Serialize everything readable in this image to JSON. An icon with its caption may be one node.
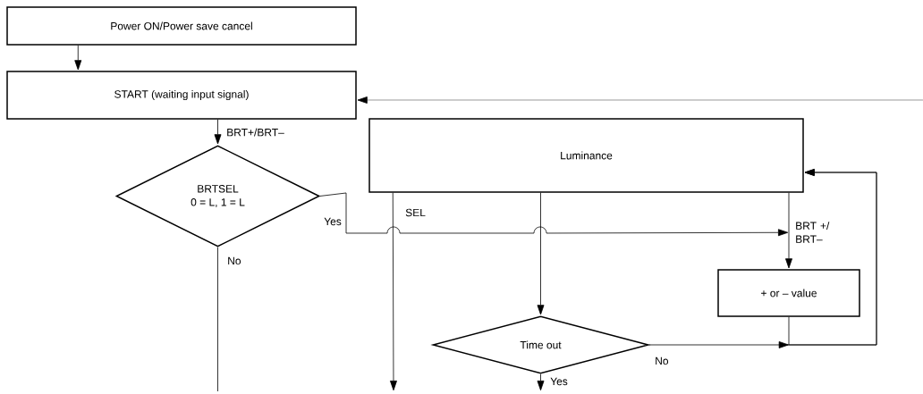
{
  "diagram": {
    "nodes": [
      {
        "text": [
          "Power ON/Power save cancel"
        ]
      },
      {
        "text": [
          "START (waiting input signal)"
        ]
      },
      {
        "text": [
          "BRTSEL",
          "0 = L, 1 = L"
        ]
      },
      {
        "text": [
          "Luminance"
        ]
      },
      {
        "text": [
          "+ or – value"
        ]
      },
      {
        "text": [
          "Time out"
        ]
      }
    ],
    "edges": [
      {
        "from": 0,
        "to": 1,
        "arrow": "to"
      },
      {
        "from": 1,
        "to": 2,
        "arrow": "to",
        "label": "BRT+/BRT–"
      },
      {
        "from": 2,
        "to": 4,
        "arrow": "to",
        "label": "Yes"
      },
      {
        "from": 3,
        "to": 4,
        "arrow": "to",
        "label": "BRT +/ BRT–"
      },
      {
        "from": 3,
        "to": null,
        "arrow": "to",
        "label": "SEL"
      },
      {
        "from": 3,
        "to": 5,
        "arrow": "to"
      },
      {
        "from": 5,
        "to": null,
        "arrow": "to",
        "label": "Yes"
      },
      {
        "from": 5,
        "to": 3,
        "arrow": "to",
        "label": "No"
      },
      {
        "from": 4,
        "to": 3,
        "arrow": "to"
      },
      {
        "from": null,
        "to": 1,
        "arrow": "to"
      },
      {
        "from": 2,
        "to": null,
        "arrow": "none",
        "label": "No"
      }
    ]
  }
}
